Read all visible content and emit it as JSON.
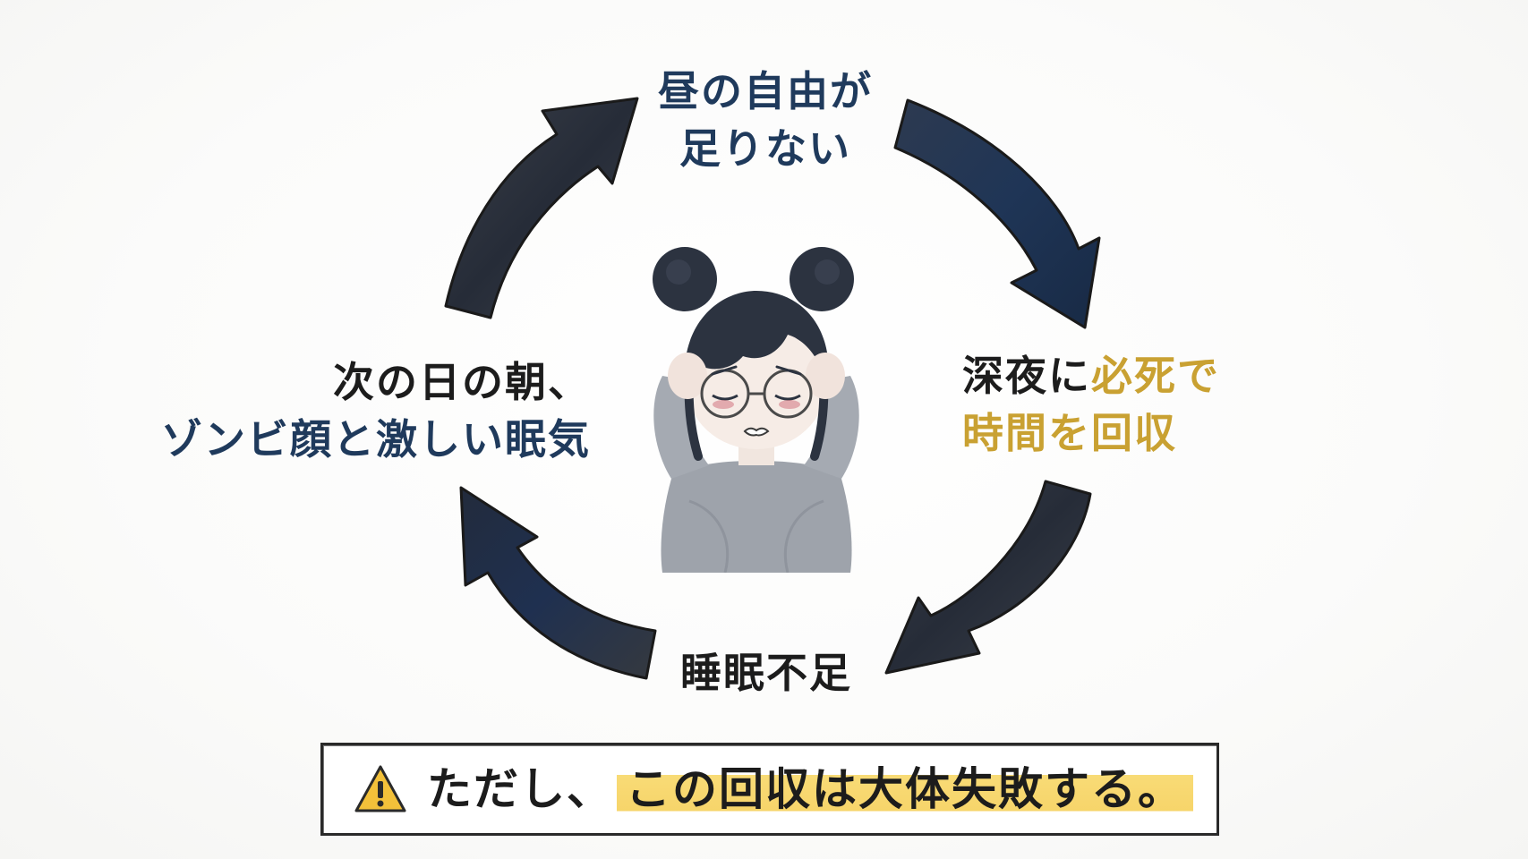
{
  "cycle": {
    "top": {
      "line1": "昼の自由が",
      "line2": "足りない"
    },
    "right": {
      "line1_a": "深夜に",
      "line1_b": "必死で",
      "line2": "時間を回収"
    },
    "bottom": {
      "text": "睡眠不足"
    },
    "left": {
      "line1": "次の日の朝、",
      "line2": "ゾンビ顔と激しい眠気"
    }
  },
  "notice": {
    "icon": "warning-icon",
    "text_plain": "ただし、",
    "text_highlight": "この回収は大体失敗する。"
  },
  "colors": {
    "navy": "#1f3a5c",
    "ink": "#1c1c1c",
    "gold": "#c9a132",
    "arrow_dark": "#262c38",
    "arrow_navy": "#1f3556",
    "highlight": "#f5cd50",
    "warning_yellow": "#f3c13a"
  }
}
